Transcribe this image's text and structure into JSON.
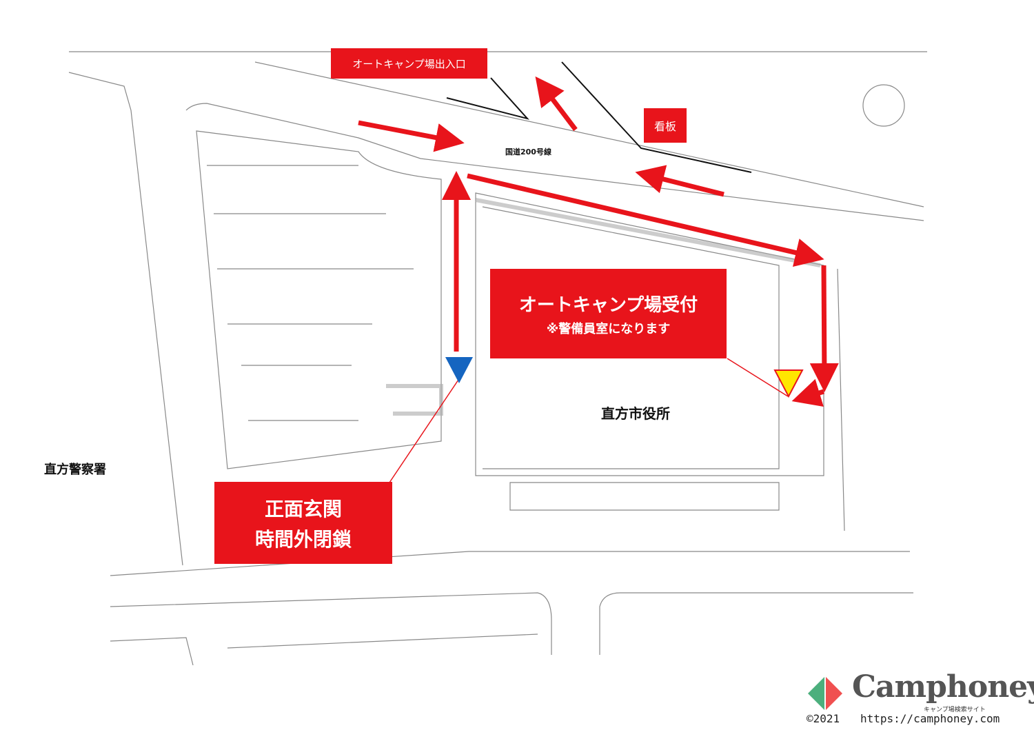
{
  "labels": {
    "entrance_box": "オートキャンプ場出入口",
    "sign_box": "看板",
    "road": "国道200号線",
    "reception_title": "オートキャンプ場受付",
    "reception_note": "※警備員室になります",
    "city_hall": "直方市役所",
    "front_title": "正面玄関",
    "front_note": "時間外閉鎖",
    "police": "直方警察署"
  },
  "logo": {
    "name": "Camphoney",
    "tagline": "キャンプ場検索サイト",
    "copyright": "©2021",
    "url": "https://camphoney.com"
  },
  "colors": {
    "accent": "#e8141b",
    "marker_main": "#1565c0",
    "marker_reception": "#ffe600"
  }
}
